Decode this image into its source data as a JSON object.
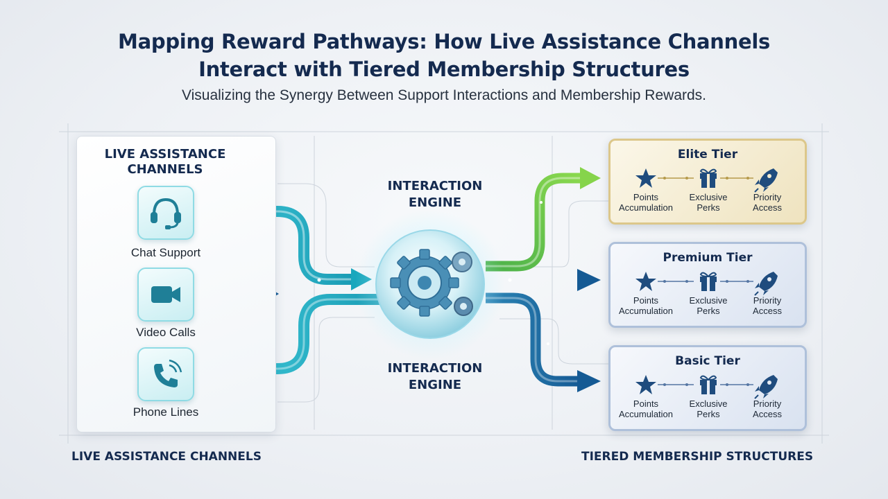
{
  "header": {
    "title_line1": "Mapping Reward Pathways: How Live Assistance Channels",
    "title_line2": "Interact with Tiered Membership Structures",
    "subtitle": "Visualizing the Synergy Between Support Interactions and Membership Rewards."
  },
  "channels": {
    "heading_line1": "LIVE ASSISTANCE",
    "heading_line2": "CHANNELS",
    "items": [
      {
        "label": "Chat Support",
        "icon": "headset-icon"
      },
      {
        "label": "Video Calls",
        "icon": "video-camera-icon"
      },
      {
        "label": "Phone Lines",
        "icon": "phone-icon"
      }
    ]
  },
  "engine": {
    "label_top_line1": "INTERACTION",
    "label_top_line2": "ENGINE",
    "label_bottom_line1": "INTERACTION",
    "label_bottom_line2": "ENGINE",
    "icon": "gear-icon"
  },
  "tiers": [
    {
      "name": "Elite Tier",
      "perks": [
        {
          "line1": "Points",
          "line2": "Accumulation",
          "icon": "star-icon"
        },
        {
          "line1": "Exclusive",
          "line2": "Perks",
          "icon": "gift-icon"
        },
        {
          "line1": "Priority",
          "line2": "Access",
          "icon": "rocket-icon"
        }
      ]
    },
    {
      "name": "Premium Tier",
      "perks": [
        {
          "line1": "Points",
          "line2": "Accumulation",
          "icon": "star-icon"
        },
        {
          "line1": "Exclusive",
          "line2": "Perks",
          "icon": "gift-icon"
        },
        {
          "line1": "Priority",
          "line2": "Access",
          "icon": "rocket-icon"
        }
      ]
    },
    {
      "name": "Basic Tier",
      "perks": [
        {
          "line1": "Points",
          "line2": "Accumulation",
          "icon": "star-icon"
        },
        {
          "line1": "Exclusive",
          "line2": "Perks",
          "icon": "gift-icon"
        },
        {
          "line1": "Priority",
          "line2": "Access",
          "icon": "rocket-icon"
        }
      ]
    }
  ],
  "footer": {
    "left": "LIVE ASSISTANCE CHANNELS",
    "right": "TIERED MEMBERSHIP STRUCTURES"
  },
  "colors": {
    "navy": "#142a4f",
    "teal": "#2ab3c4",
    "blue": "#1f6fa8",
    "green": "#6cc644",
    "gold": "#dcc78a"
  }
}
